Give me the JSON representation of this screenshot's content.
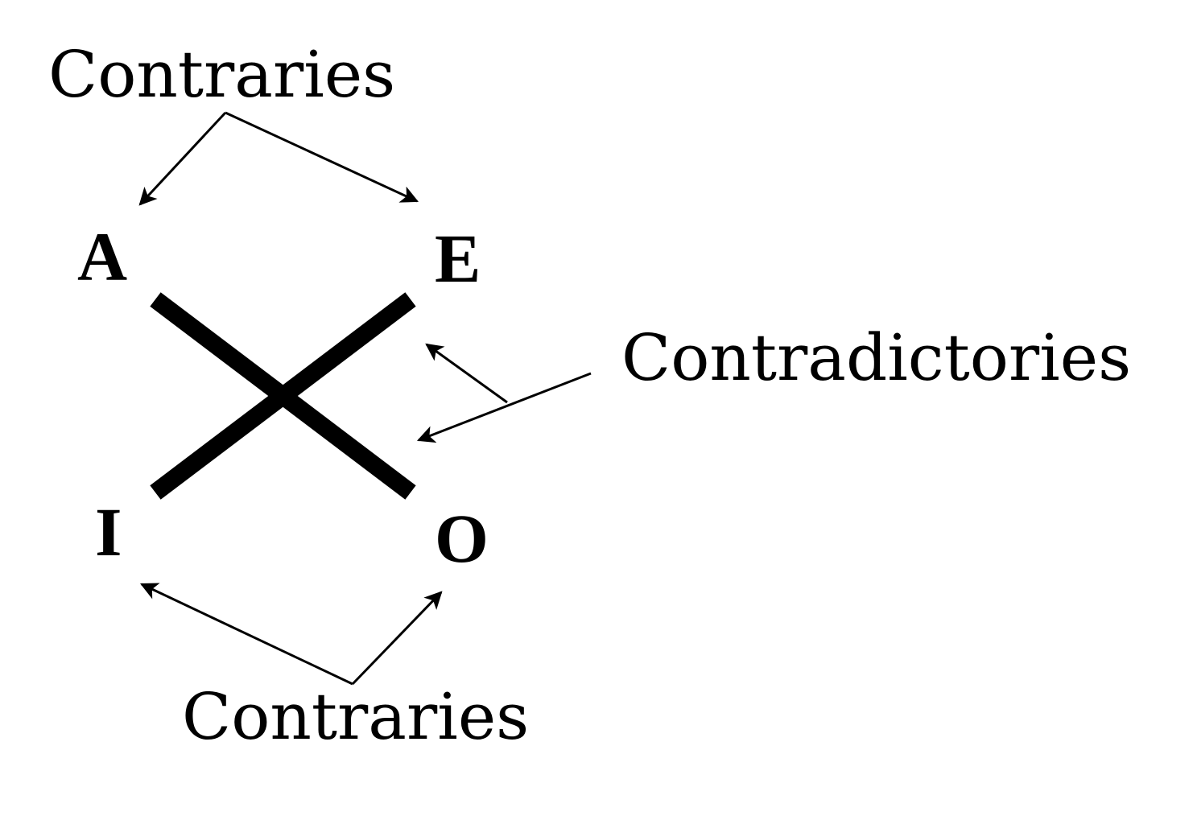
{
  "labels": {
    "contraries_top": "Contraries",
    "contradictories": "Contradictories",
    "contraries_bottom": "Contraries"
  },
  "corners": {
    "a": "A",
    "e": "E",
    "i": "I",
    "o": "O"
  }
}
